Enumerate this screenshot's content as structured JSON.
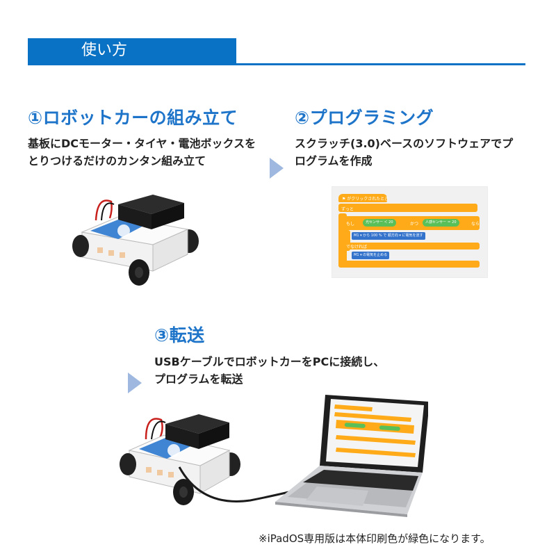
{
  "header": {
    "title": "使い方"
  },
  "sections": [
    {
      "title": "①ロボットカーの組み立て",
      "lines": [
        "基板にDCモーター・タイヤ・電池ボックスを",
        "とりつけるだけのカンタン組み立て"
      ]
    },
    {
      "title": "②プログラミング",
      "lines": [
        "スクラッチ(3.0)ベースのソフトウェアでプ",
        "ログラムを作成"
      ]
    },
    {
      "title": "③転送",
      "lines": [
        "USBケーブルでロボットカーをPCに接続し、",
        "プログラムを転送"
      ]
    }
  ],
  "footnote": "※iPadOS専用版は本体印刷色が緑色になります。",
  "colors": {
    "accent": "#0a72c4",
    "title": "#1d74c9",
    "arrow": "#9fb8e0",
    "scratch_orange": "#ffab19",
    "scratch_green": "#59c059"
  },
  "icons": [
    "play-arrow-icon",
    "robot-car-image",
    "laptop-image",
    "scratch-screenshot-image"
  ]
}
